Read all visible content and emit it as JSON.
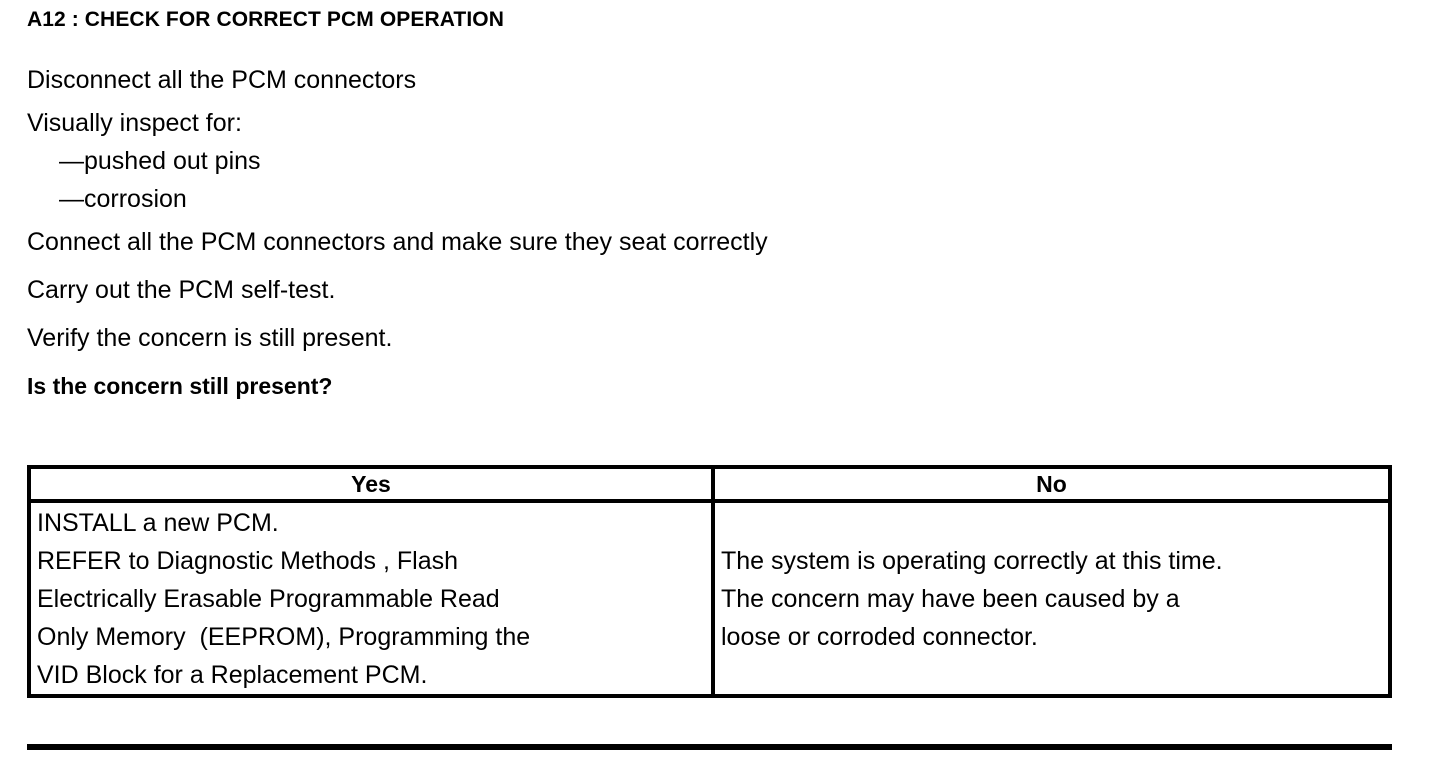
{
  "document": {
    "step_title": "A12 : CHECK FOR CORRECT PCM OPERATION",
    "instructions": [
      "Disconnect all the PCM connectors",
      "Visually inspect for:",
      "—pushed out pins",
      "—corrosion",
      "Connect all the PCM connectors and make sure they seat correctly",
      "Carry out the PCM self-test.",
      "Verify the concern is still present."
    ],
    "question": "Is the concern still present?",
    "decision_table": {
      "headers": [
        "Yes",
        "No"
      ],
      "yes_cell_lines": [
        "INSTALL a new PCM.",
        "REFER to Diagnostic Methods , Flash",
        "Electrically Erasable Programmable Read",
        "Only Memory  (EEPROM), Programming the",
        "VID Block for a Replacement PCM."
      ],
      "no_cell_lines": [
        "The system is operating correctly at this time.",
        "The concern may have been caused by a",
        "loose or corroded connector."
      ]
    }
  },
  "colors": {
    "ink": "#000000",
    "paper": "#ffffff"
  }
}
